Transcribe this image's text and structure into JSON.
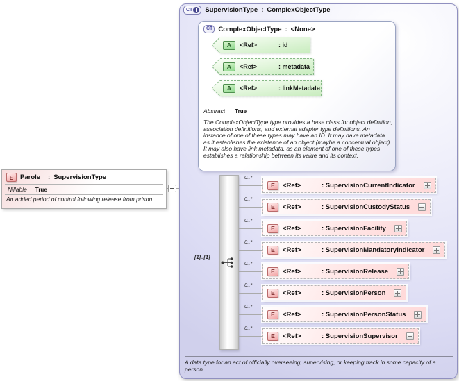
{
  "labels": {
    "colon": ":",
    "ref": "<Ref>",
    "ct": "CT",
    "e": "E",
    "a": "A"
  },
  "colors": {
    "element_fill": "#ffdcdc",
    "element_border": "#b5b5b5",
    "attribute_fill": "#d5f1c9",
    "attribute_border": "#85b885",
    "type_fill": "#dcdcf4",
    "type_border": "#9090c0",
    "icon_element": "#b96a6a",
    "icon_attribute": "#4e8f4e",
    "icon_type": "#4d4da2"
  },
  "parole": {
    "icon": "E",
    "name": "Parole",
    "type": "SupervisionType",
    "properties": [
      {
        "label": "Nillable",
        "value": "True"
      }
    ],
    "annotation": "An added period of control following release from prison."
  },
  "supervision_type": {
    "icon": "CT+",
    "name": "SupervisionType",
    "type": "ComplexObjectType",
    "base": {
      "icon": "CT",
      "name": "ComplexObjectType",
      "type": "<None>",
      "attributes": [
        {
          "icon": "A",
          "ref": "<Ref>",
          "name": ": id"
        },
        {
          "icon": "A",
          "ref": "<Ref>",
          "name": ": metadata"
        },
        {
          "icon": "A",
          "ref": "<Ref>",
          "name": ": linkMetadata"
        }
      ],
      "properties": [
        {
          "label": "Abstract",
          "value": "True"
        }
      ],
      "annotation": "The ComplexObjectType type provides a base class for object definition, association definitions, and external adapter type definitions. An instance of one of these types may have an ID. It may have metadata as it establishes the existence of an object (maybe a conceptual object). It may also have link metadata, as an element of one of these types establishes a relationship between its value and its context."
    },
    "sequence": {
      "compositor": "sequence",
      "cardinality": "[1]..[1]",
      "elements": [
        {
          "icon": "E",
          "ref": "<Ref>",
          "cardinality": "0..*",
          "name": ": SupervisionCurrentIndicator"
        },
        {
          "icon": "E",
          "ref": "<Ref>",
          "cardinality": "0..*",
          "name": ": SupervisionCustodyStatus"
        },
        {
          "icon": "E",
          "ref": "<Ref>",
          "cardinality": "0..*",
          "name": ": SupervisionFacility"
        },
        {
          "icon": "E",
          "ref": "<Ref>",
          "cardinality": "0..*",
          "name": ": SupervisionMandatoryIndicator"
        },
        {
          "icon": "E",
          "ref": "<Ref>",
          "cardinality": "0..*",
          "name": ": SupervisionRelease"
        },
        {
          "icon": "E",
          "ref": "<Ref>",
          "cardinality": "0..*",
          "name": ": SupervisionPerson"
        },
        {
          "icon": "E",
          "ref": "<Ref>",
          "cardinality": "0..*",
          "name": ": SupervisionPersonStatus"
        },
        {
          "icon": "E",
          "ref": "<Ref>",
          "cardinality": "0..*",
          "name": ": SupervisionSupervisor"
        }
      ]
    },
    "annotation": "A data type for an act of officially overseeing, supervising, or keeping track in some capacity of a person."
  }
}
